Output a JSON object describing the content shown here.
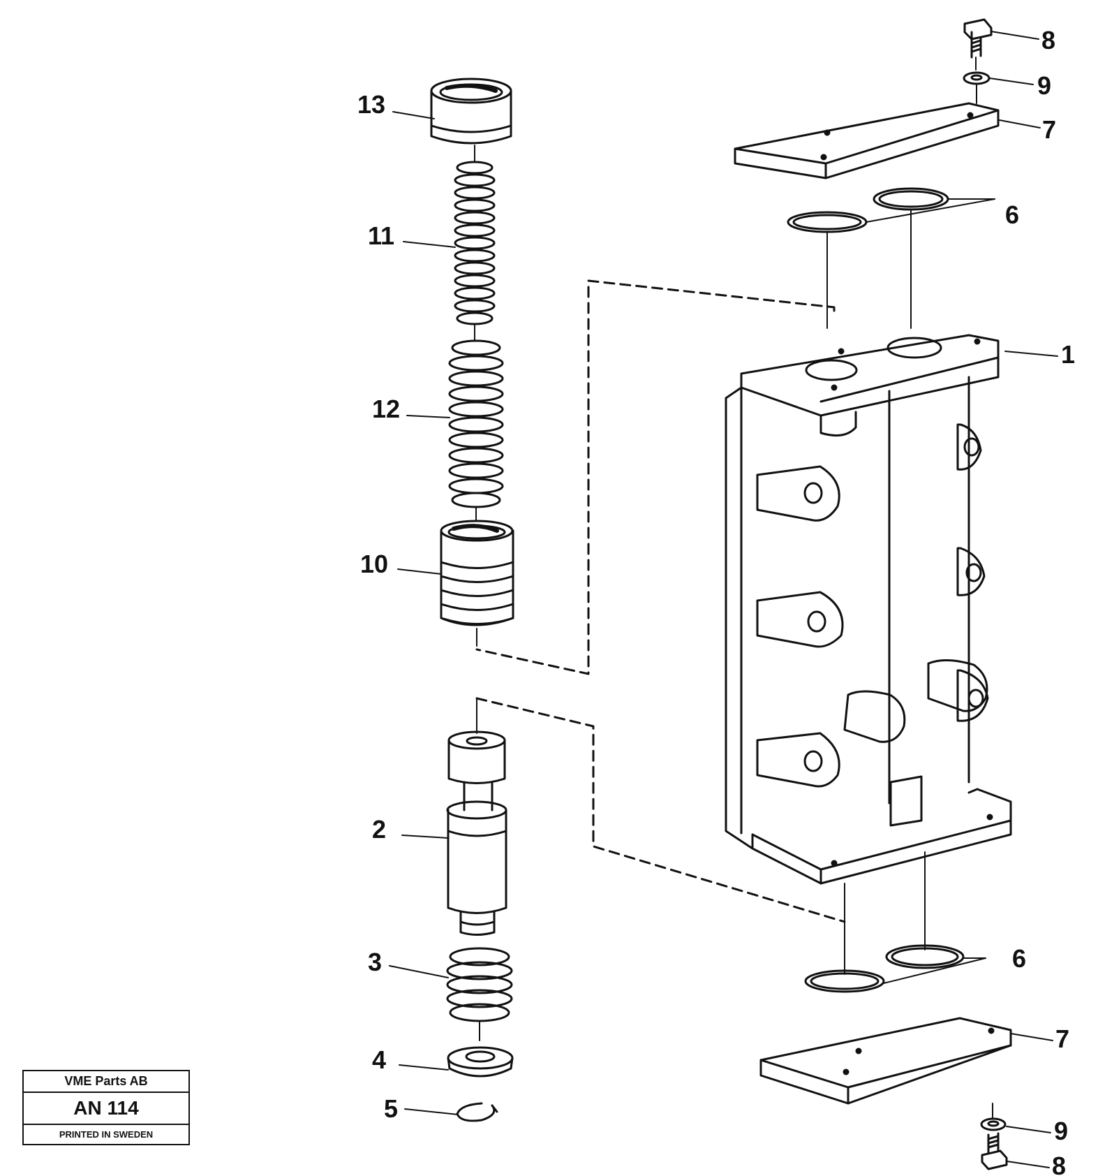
{
  "callouts": {
    "c1": "1",
    "c2": "2",
    "c3": "3",
    "c4": "4",
    "c5": "5",
    "c6_top": "6",
    "c6_bottom": "6",
    "c7_top": "7",
    "c7_bottom": "7",
    "c8_top": "8",
    "c8_bottom": "8",
    "c9_top": "9",
    "c9_bottom": "9",
    "c10": "10",
    "c11": "11",
    "c12": "12",
    "c13": "13"
  },
  "stamp": {
    "company": "VME Parts AB",
    "code": "AN 114",
    "printed": "PRINTED IN SWEDEN"
  }
}
